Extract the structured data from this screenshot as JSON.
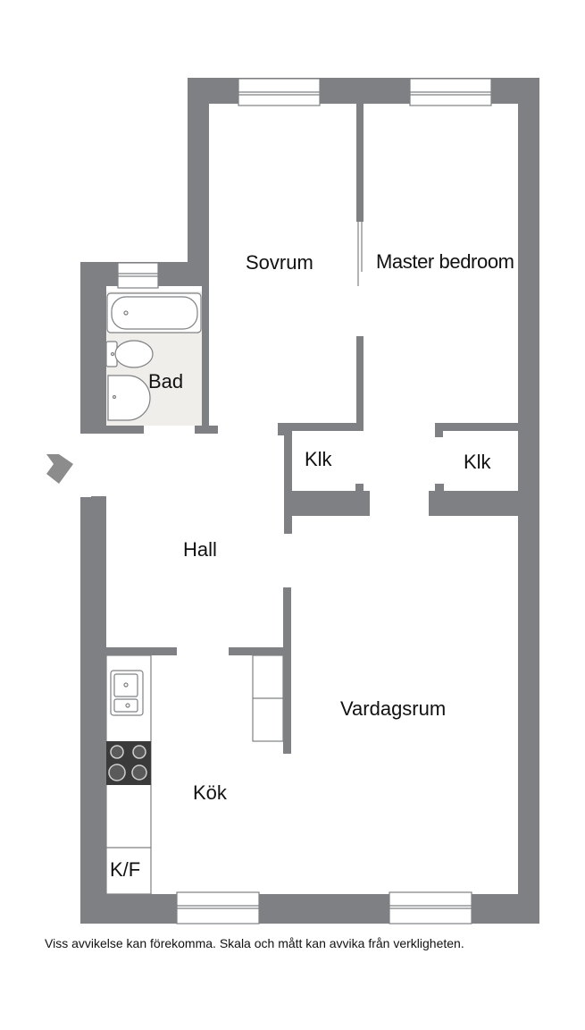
{
  "rooms": {
    "sovrum": "Sovrum",
    "master_bedroom": "Master bedroom",
    "bad": "Bad",
    "klk_left": "Klk",
    "klk_right": "Klk",
    "hall": "Hall",
    "vardagsrum": "Vardagsrum",
    "kok": "Kök",
    "kf": "K/F"
  },
  "disclaimer": "Viss avvikelse kan förekomma. Skala och mått kan avvika från verkligheten.",
  "colors": {
    "wall": "#7f8083",
    "bathroom_floor": "#f0eeeb",
    "entrance_arrow": "#8c8c8c",
    "stove": "#3a3a3a"
  },
  "icons": {
    "entrance": "entrance-arrow-icon",
    "bathtub": "bathtub-icon",
    "toilet": "toilet-icon",
    "washbasin": "washbasin-icon",
    "sink": "kitchen-sink-icon",
    "stove": "stove-icon"
  }
}
